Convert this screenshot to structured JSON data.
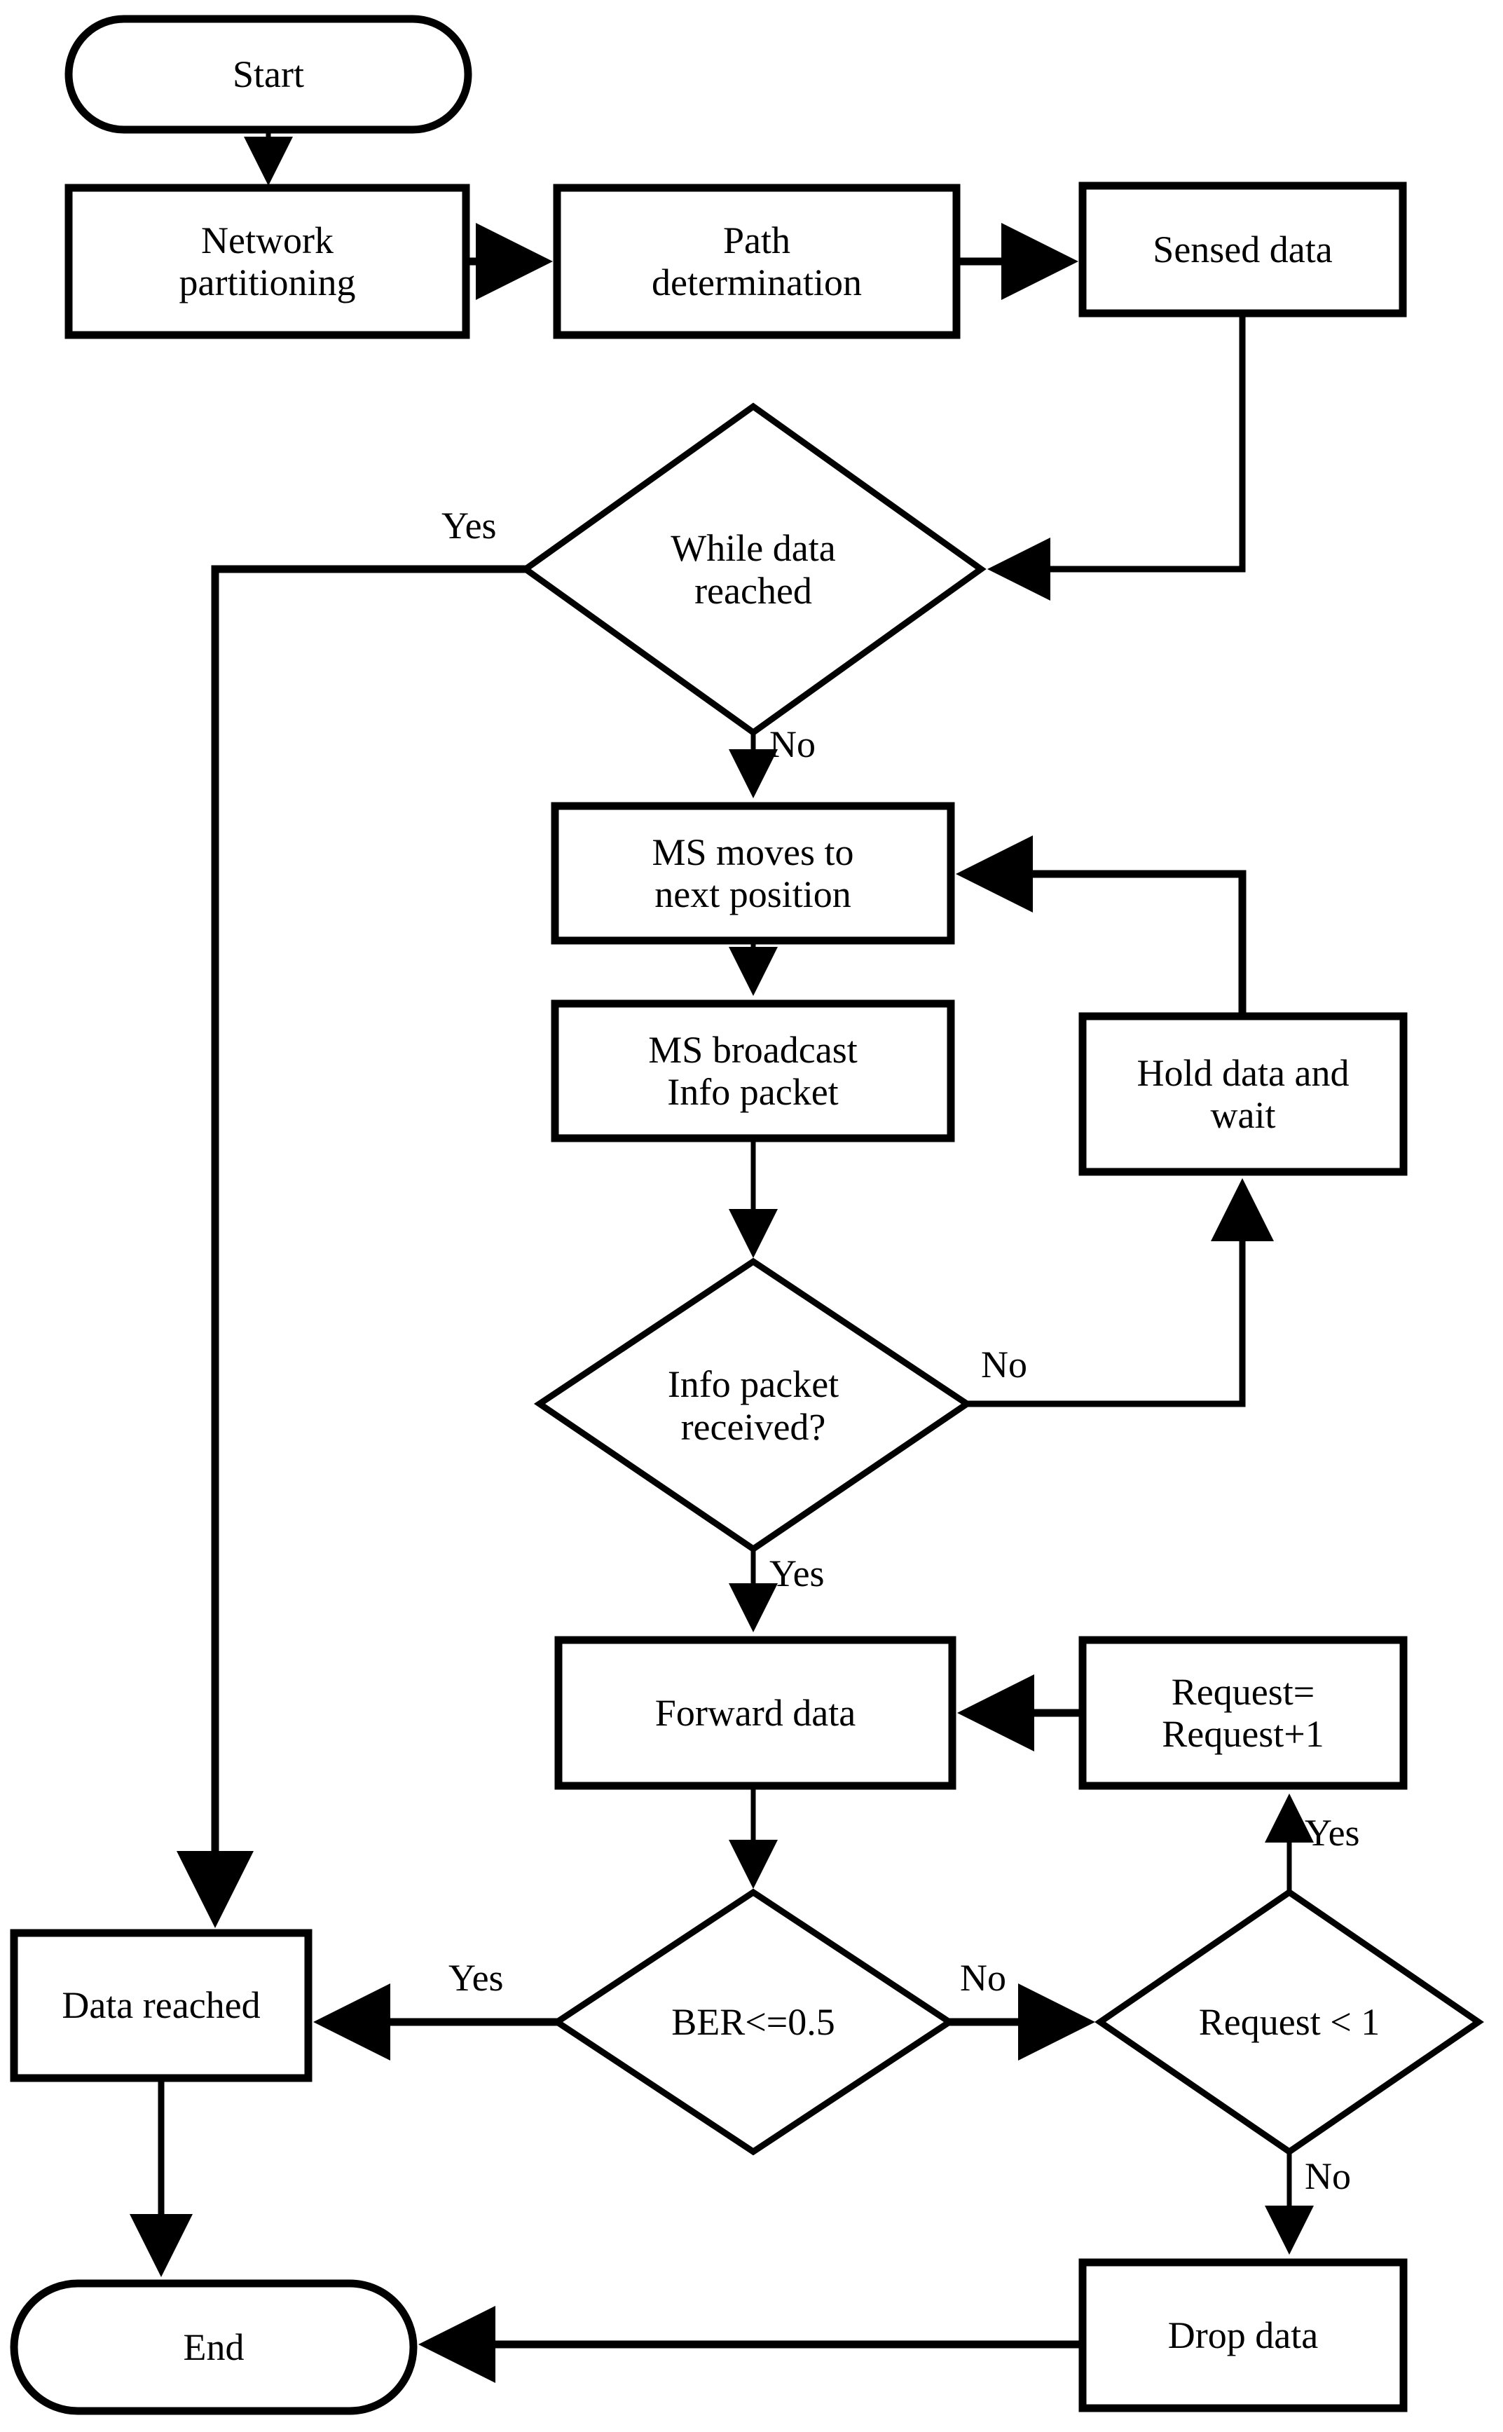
{
  "diagram": {
    "type": "flowchart",
    "title": "",
    "stroke_color": "#000000",
    "fill_color": "#ffffff",
    "background_color": "#ffffff"
  },
  "nodes": {
    "start": {
      "label": "Start",
      "shape": "terminator"
    },
    "network_partitioning": {
      "label": "Network\npartitioning",
      "shape": "process"
    },
    "path_determination": {
      "label": "Path\ndetermination",
      "shape": "process"
    },
    "sensed_data": {
      "label": "Sensed data",
      "shape": "process"
    },
    "while_data_reached": {
      "label": "While data\nreached",
      "shape": "decision"
    },
    "ms_moves": {
      "label": "MS moves to\nnext position",
      "shape": "process"
    },
    "ms_broadcast": {
      "label": "MS broadcast\nInfo packet",
      "shape": "process"
    },
    "hold_data": {
      "label": "Hold data and\nwait",
      "shape": "process"
    },
    "info_packet_received": {
      "label": "Info packet\nreceived?",
      "shape": "decision"
    },
    "forward_data": {
      "label": "Forward data",
      "shape": "process"
    },
    "request_increment": {
      "label": "Request=\nRequest+1",
      "shape": "process"
    },
    "ber_check": {
      "label": "BER<=0.5",
      "shape": "decision"
    },
    "request_check": {
      "label": "Request < 1",
      "shape": "decision"
    },
    "data_reached": {
      "label": "Data reached",
      "shape": "process"
    },
    "drop_data": {
      "label": "Drop data",
      "shape": "process"
    },
    "end": {
      "label": "End",
      "shape": "terminator"
    }
  },
  "edge_labels": {
    "while_yes": "Yes",
    "while_no": "No",
    "info_no": "No",
    "info_yes": "Yes",
    "ber_yes": "Yes",
    "ber_no": "No",
    "request_yes": "Yes",
    "request_no": "No"
  },
  "edges": [
    {
      "from": "start",
      "to": "network_partitioning",
      "label": ""
    },
    {
      "from": "network_partitioning",
      "to": "path_determination",
      "label": ""
    },
    {
      "from": "path_determination",
      "to": "sensed_data",
      "label": ""
    },
    {
      "from": "sensed_data",
      "to": "while_data_reached",
      "label": ""
    },
    {
      "from": "while_data_reached",
      "to": "data_reached",
      "label": "Yes"
    },
    {
      "from": "while_data_reached",
      "to": "ms_moves",
      "label": "No"
    },
    {
      "from": "ms_moves",
      "to": "ms_broadcast",
      "label": ""
    },
    {
      "from": "ms_broadcast",
      "to": "info_packet_received",
      "label": ""
    },
    {
      "from": "info_packet_received",
      "to": "hold_data",
      "label": "No"
    },
    {
      "from": "hold_data",
      "to": "ms_moves",
      "label": ""
    },
    {
      "from": "info_packet_received",
      "to": "forward_data",
      "label": "Yes"
    },
    {
      "from": "forward_data",
      "to": "ber_check",
      "label": ""
    },
    {
      "from": "ber_check",
      "to": "data_reached",
      "label": "Yes"
    },
    {
      "from": "ber_check",
      "to": "request_check",
      "label": "No"
    },
    {
      "from": "request_check",
      "to": "request_increment",
      "label": "Yes"
    },
    {
      "from": "request_increment",
      "to": "forward_data",
      "label": ""
    },
    {
      "from": "request_check",
      "to": "drop_data",
      "label": "No"
    },
    {
      "from": "data_reached",
      "to": "end",
      "label": ""
    },
    {
      "from": "drop_data",
      "to": "end",
      "label": ""
    }
  ]
}
